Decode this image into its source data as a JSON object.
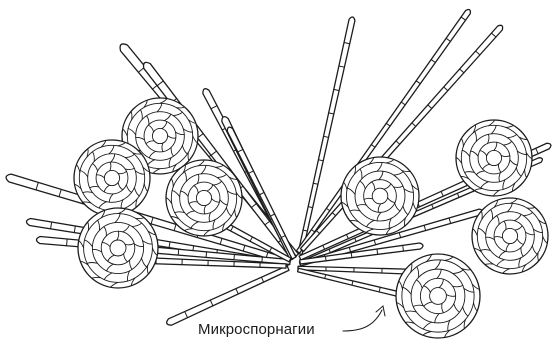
{
  "figure": {
    "label": "Микроспорнагии",
    "colors": {
      "ink": "#1c1c1c",
      "background": "#ffffff"
    },
    "structures": [
      "branched-filaments",
      "microsporangia"
    ]
  }
}
